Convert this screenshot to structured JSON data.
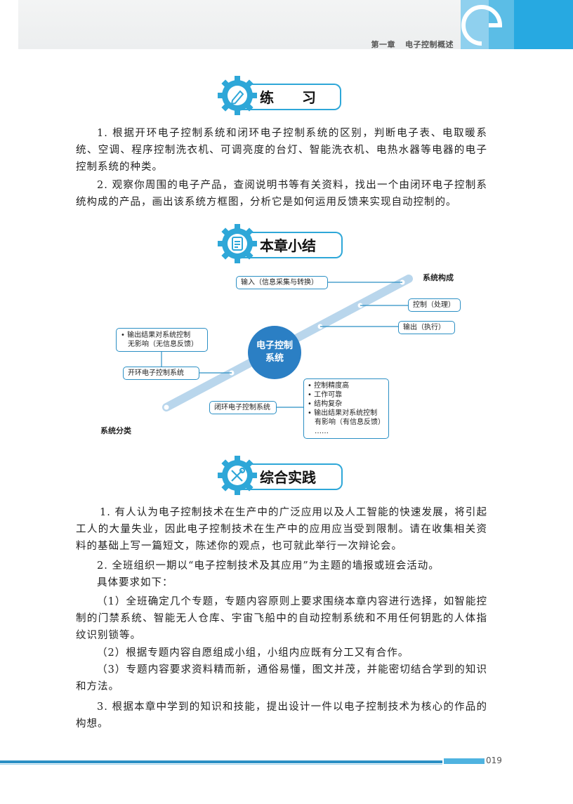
{
  "header": {
    "chapter": "第一章",
    "title": "电子控制概述"
  },
  "sections": {
    "practice": {
      "title": "练　　习",
      "icon": "pencil-icon"
    },
    "summary": {
      "title": "本章小结",
      "icon": "document-icon"
    },
    "comprehensive": {
      "title": "综合实践",
      "icon": "wrench-icon"
    }
  },
  "practice_paragraphs": {
    "p1": "1. 根据开环电子控制系统和闭环电子控制系统的区别，判断电子表、电取暖系统、空调、程序控制洗衣机、可调亮度的台灯、智能洗衣机、电热水器等电器的电子控制系统的种类。",
    "p2": "2. 观察你周围的电子产品，查阅说明书等有关资料，找出一个由闭环电子控制系统构成的产品，画出该系统方框图，分析它是如何运用反馈来实现自动控制的。"
  },
  "mindmap": {
    "center": "电子控制系统",
    "axis_top": "系统构成",
    "axis_bottom": "系统分类",
    "composition": {
      "input": "输入（信息采集与转换）",
      "control": "控制（处理）",
      "output": "输出（执行）"
    },
    "open_loop": {
      "label": "开环电子控制系统",
      "note": [
        "输出结果对系统控制",
        "无影响（无信息反馈）"
      ]
    },
    "closed_loop": {
      "label": "闭环电子控制系统",
      "notes": [
        "控制精度高",
        "工作可靠",
        "结构复杂",
        "输出结果对系统控制"
      ],
      "note_cont": "有影响（有信息反馈）",
      "ellipsis": "……"
    }
  },
  "comprehensive_paragraphs": {
    "p1": "1. 有人认为电子控制技术在生产中的广泛应用以及人工智能的快速发展，将引起工人的大量失业，因此电子控制技术在生产中的应用应当受到限制。请在收集相关资料的基础上写一篇短文，陈述你的观点，也可就此举行一次辩论会。",
    "p2": "2. 全班组织一期以“电子控制技术及其应用”为主题的墙报或班会活动。",
    "p3": "具体要求如下：",
    "p4": "（1）全班确定几个专题，专题内容原则上要求围绕本章内容进行选择，如智能控制的门禁系统、智能无人仓库、宇宙飞船中的自动控制系统和不用任何钥匙的人体指纹识别锁等。",
    "p5": "（2）根据专题内容自愿组成小组，小组内应既有分工又有合作。",
    "p6": "（3）专题内容要求资料精而新，通俗易懂，图文并茂，并能密切结合学到的知识和方法。",
    "p7": "3. 根据本章中学到的知识和技能，提出设计一件以电子控制技术为核心的作品的构想。"
  },
  "footer": {
    "page_number": "019"
  },
  "colors": {
    "accent": "#2ea7d8",
    "dark_blue": "#2b7fc4",
    "axis": "#b9d6ec"
  }
}
